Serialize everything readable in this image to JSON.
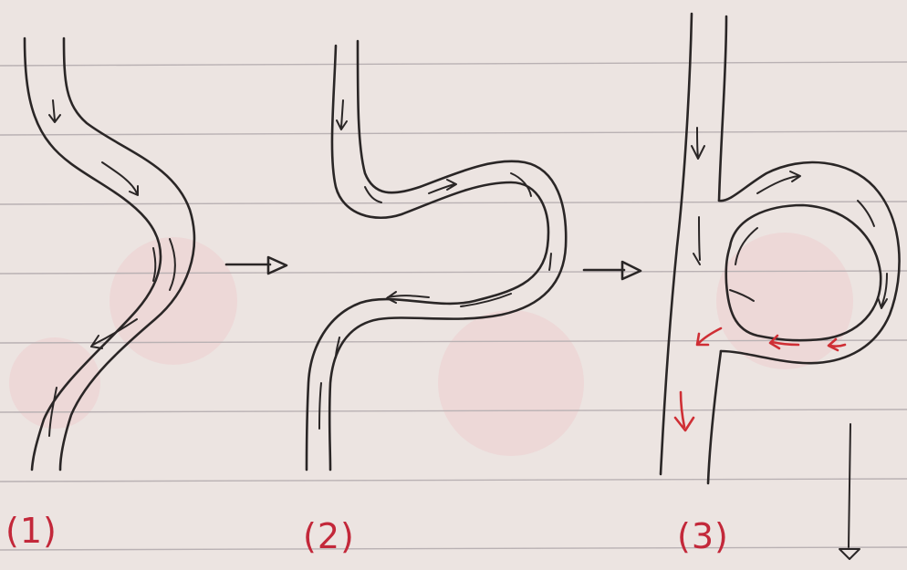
{
  "diagram": {
    "stage_labels": [
      "(1)",
      "(2)",
      "(3)"
    ],
    "colors": {
      "paper": "#ece4e1",
      "ink": "#2a2626",
      "red_ink": "#cf2f35",
      "rule_line": "#b9b1b3"
    },
    "icons": [
      "arrow-right-icon",
      "arrow-down-icon"
    ]
  }
}
